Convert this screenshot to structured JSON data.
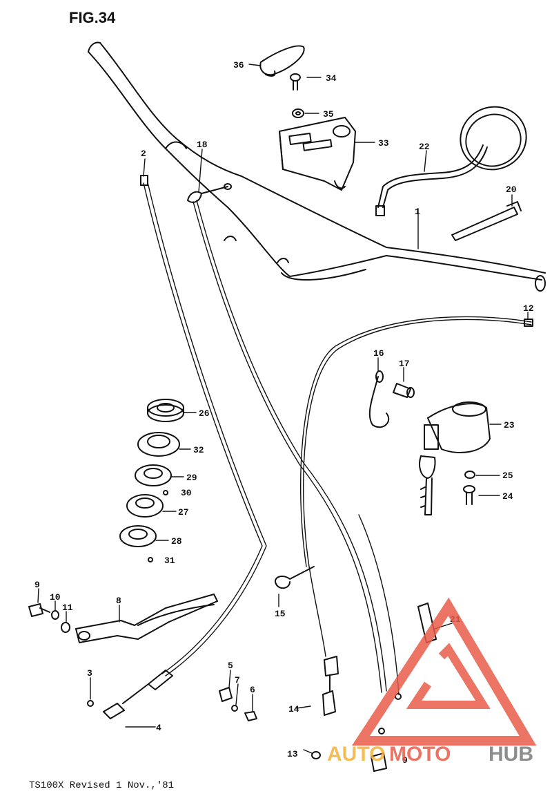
{
  "figure": {
    "title": "FIG.34",
    "footer": "TS100X Revised 1 Nov.,'81"
  },
  "watermark": {
    "part1": "AUTO",
    "part2": "MOTO",
    "part3": "HUB",
    "colors": {
      "auto": "#f3b23c",
      "moto": "#e85c4a",
      "hub": "#7a7a7a",
      "triangle": "#e85c4a"
    }
  },
  "parts": [
    {
      "id": "p1",
      "label": "1"
    },
    {
      "id": "p2",
      "label": "2"
    },
    {
      "id": "p3",
      "label": "3"
    },
    {
      "id": "p4",
      "label": "4"
    },
    {
      "id": "p5",
      "label": "5"
    },
    {
      "id": "p6",
      "label": "6"
    },
    {
      "id": "p7",
      "label": "7"
    },
    {
      "id": "p8",
      "label": "8"
    },
    {
      "id": "p9",
      "label": "9"
    },
    {
      "id": "p10",
      "label": "10"
    },
    {
      "id": "p11",
      "label": "11"
    },
    {
      "id": "p12",
      "label": "12"
    },
    {
      "id": "p13",
      "label": "13"
    },
    {
      "id": "p14",
      "label": "14"
    },
    {
      "id": "p15",
      "label": "15"
    },
    {
      "id": "p16",
      "label": "16"
    },
    {
      "id": "p17",
      "label": "17"
    },
    {
      "id": "p18",
      "label": "18"
    },
    {
      "id": "p19",
      "label": "9"
    },
    {
      "id": "p20",
      "label": "20"
    },
    {
      "id": "p21",
      "label": "21"
    },
    {
      "id": "p22",
      "label": "22"
    },
    {
      "id": "p23",
      "label": "23"
    },
    {
      "id": "p24",
      "label": "24"
    },
    {
      "id": "p25",
      "label": "25"
    },
    {
      "id": "p26",
      "label": "26"
    },
    {
      "id": "p27",
      "label": "27"
    },
    {
      "id": "p28",
      "label": "28"
    },
    {
      "id": "p29",
      "label": "29"
    },
    {
      "id": "p30",
      "label": "30"
    },
    {
      "id": "p31",
      "label": "31"
    },
    {
      "id": "p32",
      "label": "32"
    },
    {
      "id": "p33",
      "label": "33"
    },
    {
      "id": "p34",
      "label": "34"
    },
    {
      "id": "p35",
      "label": "35"
    },
    {
      "id": "p36",
      "label": "36"
    }
  ]
}
